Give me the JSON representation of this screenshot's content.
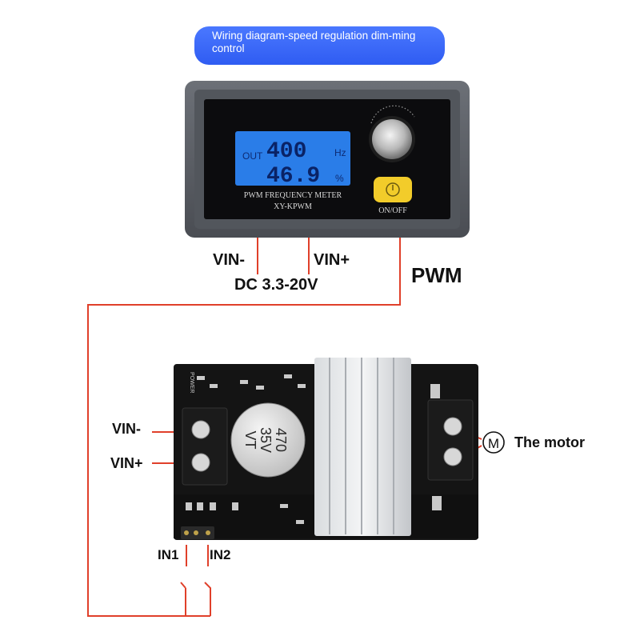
{
  "banner": {
    "text": "Wiring diagram-speed regulation dim-ming control"
  },
  "controller": {
    "lcd": {
      "out_label": "OUT",
      "frequency_value": "400",
      "frequency_unit": "Hz",
      "duty_value": "46.9",
      "duty_unit": "%"
    },
    "panel_title": "PWM FREQUENCY METER",
    "model": "XY-KPWM",
    "button_label": "ON/OFF"
  },
  "labels": {
    "vin_minus": "VIN-",
    "vin_plus": "VIN+",
    "supply_range": "DC 3.3-20V",
    "pwm": "PWM",
    "driver_vin_minus": "VIN-",
    "driver_vin_plus": "VIN+",
    "motor_symbol": "M",
    "motor": "The motor",
    "in1": "IN1",
    "in2": "IN2"
  },
  "driver_board": {
    "capacitor_value": "470",
    "capacitor_voltage": "35V",
    "capacitor_series": "VT",
    "silk_power": "POWER"
  },
  "colors": {
    "wire": "#e0402a",
    "banner": "#3563f5",
    "lcd": "#2a7de8",
    "knob_button": "#f2cc2a"
  }
}
